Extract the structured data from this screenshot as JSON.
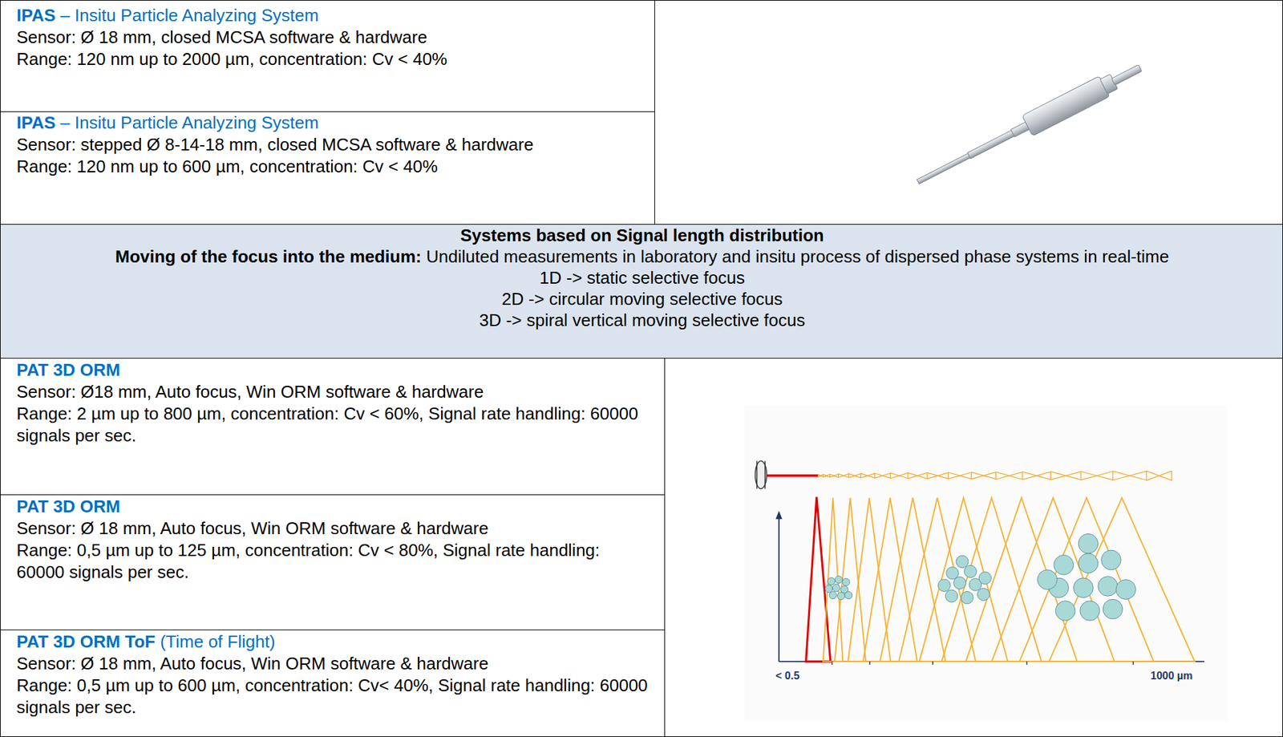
{
  "diagram": {
    "nodes": [
      {
        "text": [
          "IPAS",
          "– Insitu Particle Analyzing System",
          "Sensor: Ø 18 mm, closed MCSA software & hardware",
          "Range: 120 nm up to 2000 µm, concentration: Cv < 40%"
        ]
      },
      {
        "text": [
          "IPAS",
          "– Insitu Particle Analyzing System",
          "Sensor: stepped Ø 8-14-18 mm, closed MCSA software & hardware",
          "Range: 120 nm up to 600 µm, concentration: Cv < 40%"
        ]
      },
      {
        "text": [
          "Systems based on Signal length distribution",
          "Moving of the focus into the medium:",
          "Undiluted measurements in laboratory and insitu process of dispersed phase systems in real-time",
          "1D -> static selective focus",
          "2D -> circular moving selective focus",
          "3D -> spiral vertical moving selective focus"
        ]
      },
      {
        "text": [
          "PAT 3D ORM",
          "Sensor: Ø18 mm, Auto focus, Win ORM software & hardware",
          "Range: 2 µm up to 800 µm, concentration: Cv < 60%, Signal rate handling: 60000 signals per sec."
        ]
      },
      {
        "text": [
          "PAT 3D ORM",
          "Sensor: Ø 18 mm, Auto focus, Win ORM software & hardware",
          "Range: 0,5 µm up to 125 µm, concentration: Cv < 80%, Signal rate handling: 60000 signals per sec."
        ]
      },
      {
        "text": [
          "PAT 3D ORM ToF",
          "(Time of Flight)",
          "Sensor: Ø 18 mm, Auto focus, Win ORM software & hardware",
          "Range: 0,5 µm up to 600 µm, concentration: Cv< 40%, Signal rate handling: 60000 signals per sec."
        ]
      }
    ],
    "labels": [
      "< 0.5",
      "1000 µm"
    ]
  }
}
